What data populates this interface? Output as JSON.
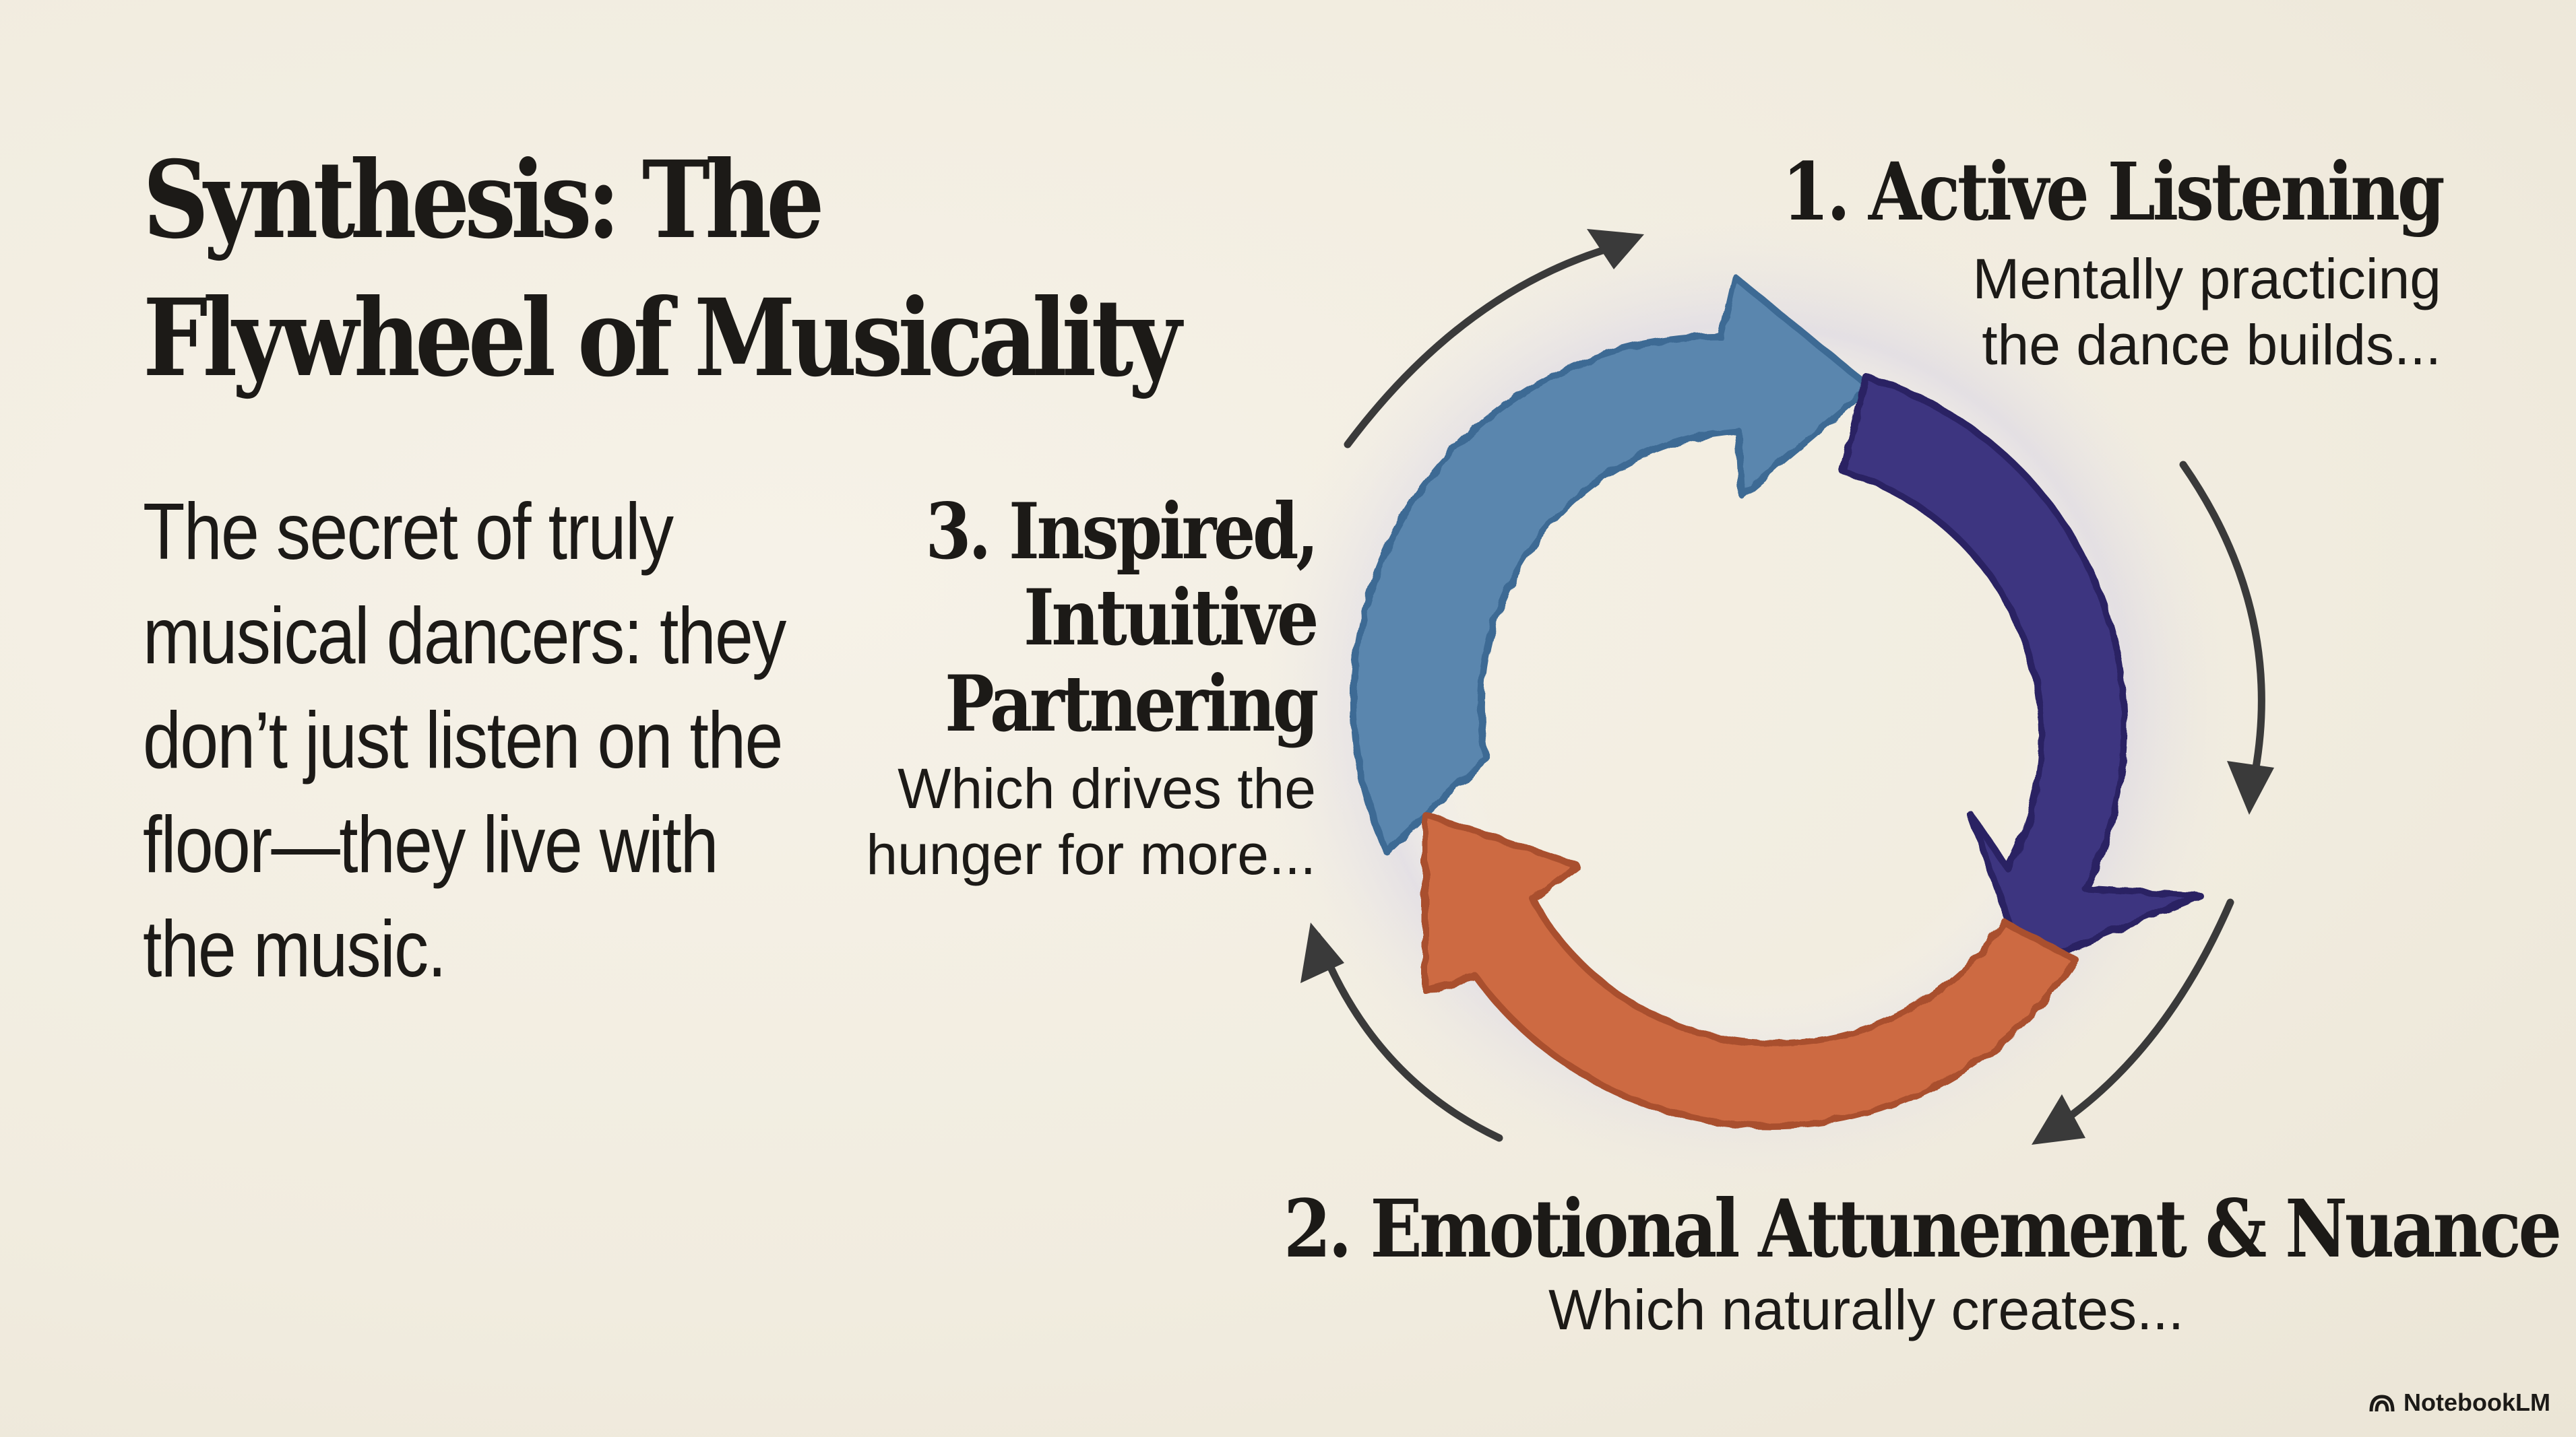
{
  "slide": {
    "title": "Synthesis: The Flywheel of Musicality",
    "subtitle": "The secret of truly musical dancers: they don’t just listen on the floor—they live with the music.",
    "steps": [
      {
        "heading": "1. Active Listening",
        "description": "Mentally practicing\nthe dance builds...",
        "color": "#3b3378"
      },
      {
        "heading": "2. Emotional Attunement & Nuance",
        "description": "Which naturally creates...",
        "color": "#c8643c"
      },
      {
        "heading": "3. Inspired,\nIntuitive\nPartnering",
        "description": "Which drives the\nhunger for more...",
        "color": "#5684ad"
      }
    ],
    "colors": {
      "background": "#f3efe4",
      "text": "#1c1a17",
      "outer_arrows": "#3a3a3a"
    }
  },
  "watermark": {
    "icon": "notebooklm-logo-icon",
    "label": "NotebookLM"
  }
}
